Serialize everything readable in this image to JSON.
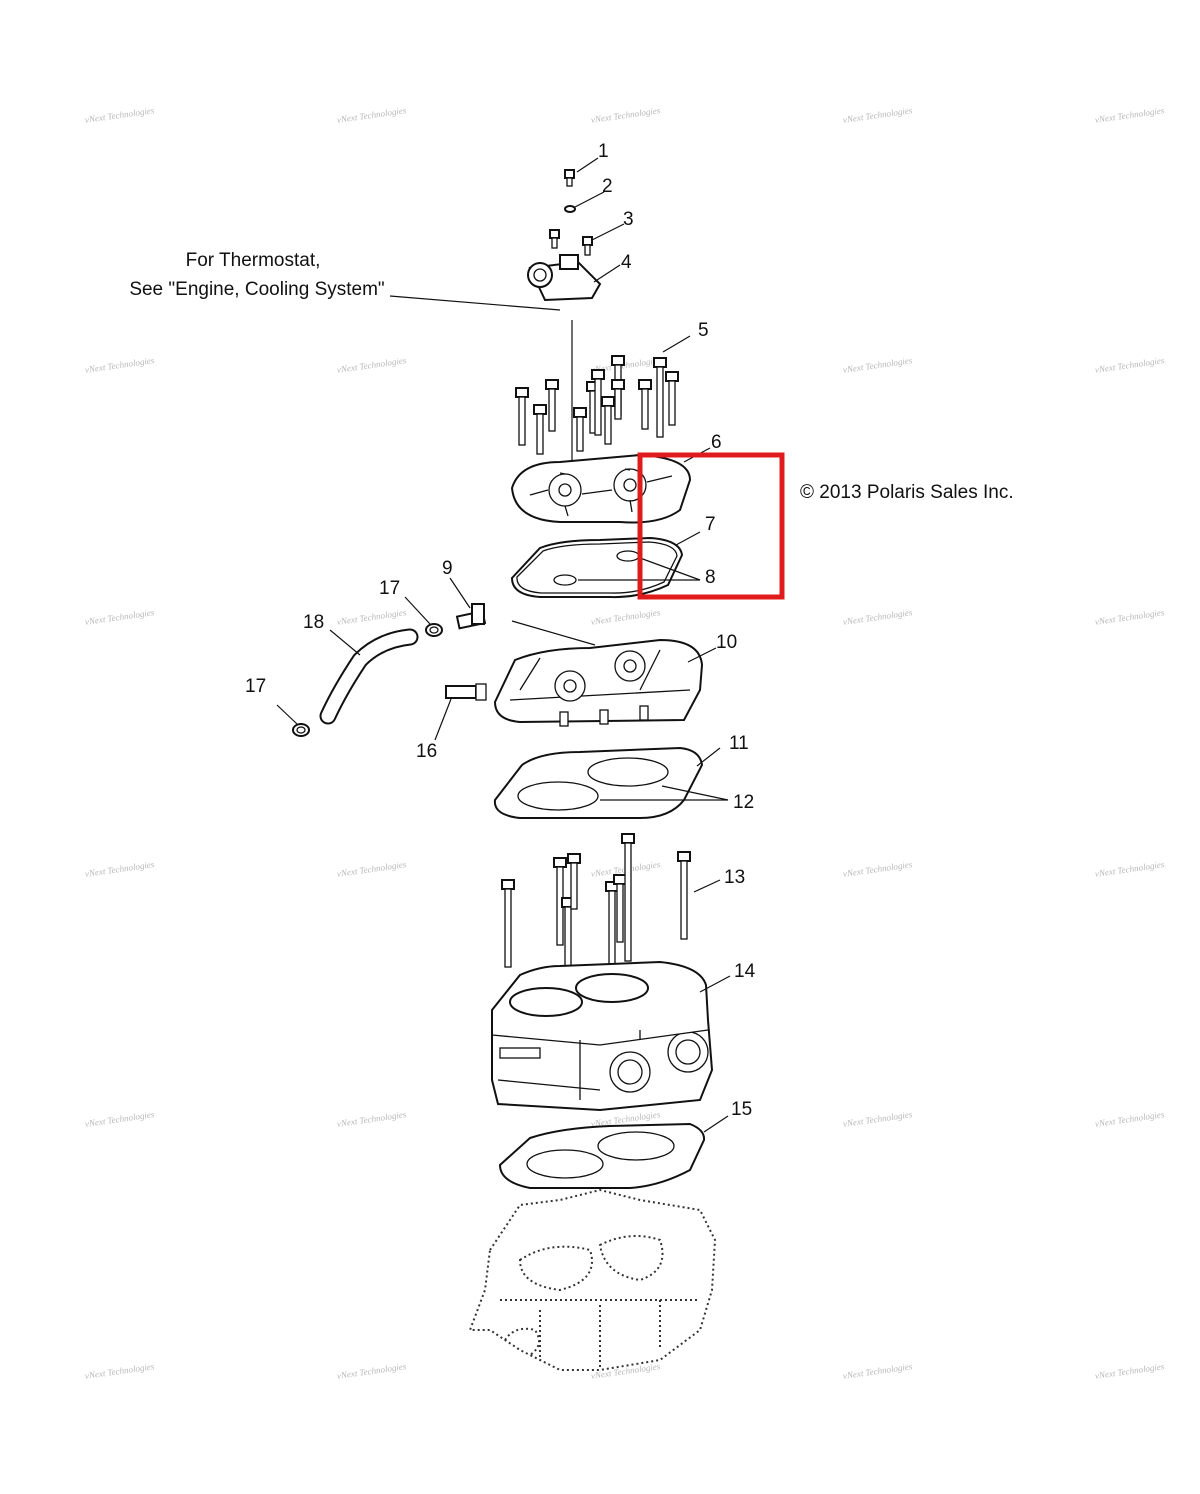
{
  "callouts": [
    "1",
    "2",
    "3",
    "4",
    "5",
    "6",
    "7",
    "8",
    "9",
    "10",
    "11",
    "12",
    "13",
    "14",
    "15",
    "16",
    "17",
    "17",
    "18"
  ],
  "note": {
    "line1": "For Thermostat,",
    "line2": "See \"Engine, Cooling System\""
  },
  "copyright": "© 2013 Polaris Sales Inc.",
  "watermark": "vNext Technologies",
  "highlight": {
    "color": "#e01b1b",
    "covers_callouts": [
      "7",
      "8"
    ]
  }
}
